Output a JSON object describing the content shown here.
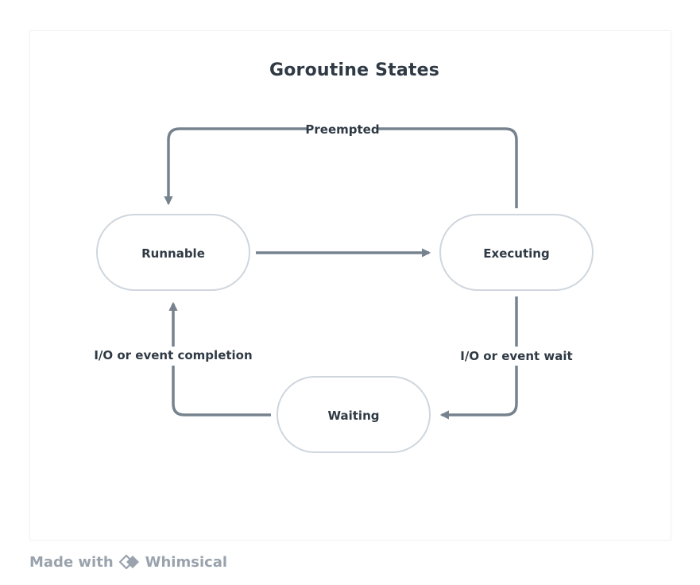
{
  "diagram": {
    "title": "Goroutine States",
    "states": [
      {
        "id": "runnable",
        "label": "Runnable"
      },
      {
        "id": "executing",
        "label": "Executing"
      },
      {
        "id": "waiting",
        "label": "Waiting"
      }
    ],
    "edges": [
      {
        "from": "runnable",
        "to": "executing",
        "label": ""
      },
      {
        "from": "executing",
        "to": "runnable",
        "label": "Preempted"
      },
      {
        "from": "executing",
        "to": "waiting",
        "label": "I/O or event wait"
      },
      {
        "from": "waiting",
        "to": "runnable",
        "label": "I/O or event completion"
      }
    ],
    "colors": {
      "arrow": "#76838f",
      "node_border": "#cfd6dd",
      "text": "#2f3a45"
    }
  },
  "footer": {
    "prefix": "Made with",
    "brand": "Whimsical",
    "logo_icon": "whimsical-logo-icon"
  }
}
